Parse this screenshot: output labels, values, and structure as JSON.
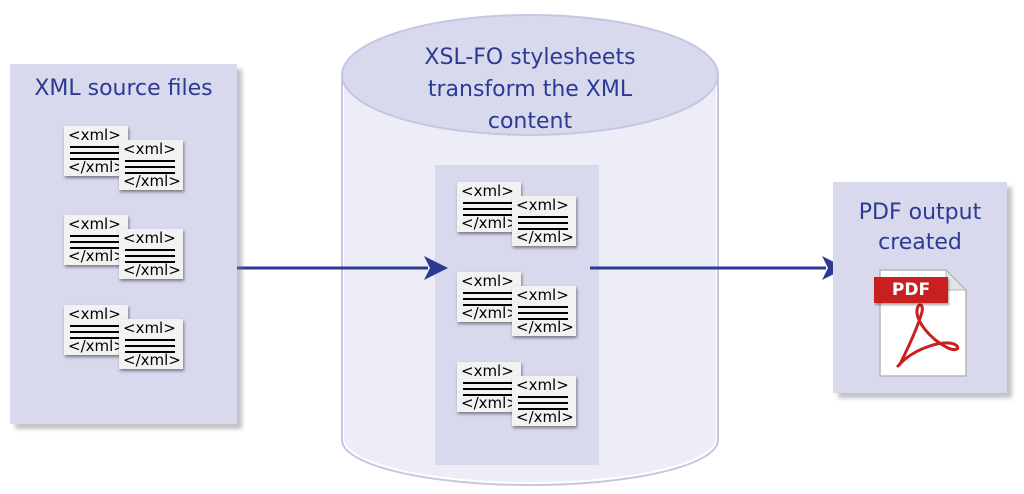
{
  "source": {
    "title": "XML source files",
    "doc_open_tag": "<xml>",
    "doc_close_tag": "</xml>"
  },
  "transform": {
    "title_line1": "XSL-FO stylesheets",
    "title_line2": "transform the XML",
    "title_line3": "content",
    "doc_open_tag": "<xml>",
    "doc_close_tag": "</xml>"
  },
  "output": {
    "title_line1": "PDF output",
    "title_line2": "created",
    "pdf_badge": "PDF"
  },
  "colors": {
    "panel": "#d9d9ee",
    "label": "#2b3a92",
    "arrow": "#2b3a92",
    "pdf_red": "#c8201e"
  },
  "icons": {
    "doc": "xml-document-icon",
    "pdf": "pdf-file-icon"
  }
}
